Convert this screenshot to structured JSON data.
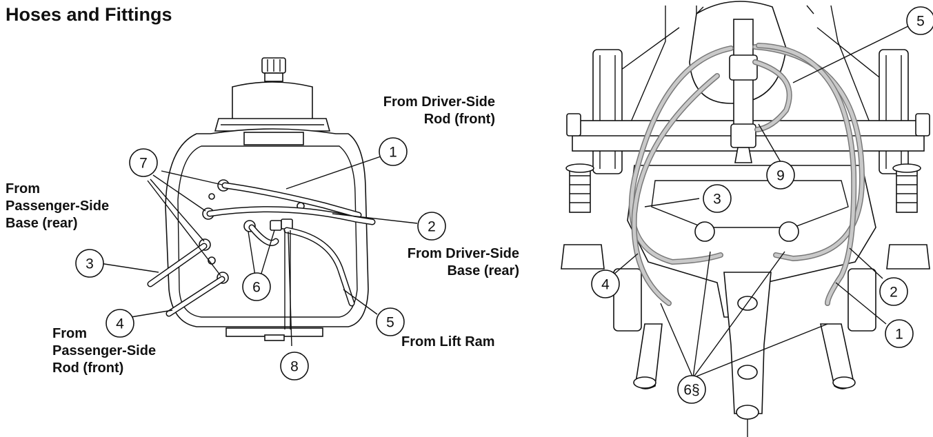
{
  "title": "Hoses and Fittings",
  "labels": {
    "driver_side_rod_front": "From Driver-Side\nRod (front)",
    "passenger_side_base_rear": "From\nPassenger-Side\nBase (rear)",
    "driver_side_base_rear": "From Driver-Side\nBase (rear)",
    "passenger_side_rod_front": "From\nPassenger-Side\nRod (front)",
    "lift_ram": "From Lift Ram"
  },
  "left_callouts": {
    "c1": "1",
    "c2": "2",
    "c3": "3",
    "c4": "4",
    "c5": "5",
    "c6": "6",
    "c7": "7",
    "c8": "8"
  },
  "right_callouts": {
    "c1": "1",
    "c2": "2",
    "c3": "3",
    "c4": "4",
    "c5": "5",
    "c6": "6§",
    "c9": "9"
  }
}
